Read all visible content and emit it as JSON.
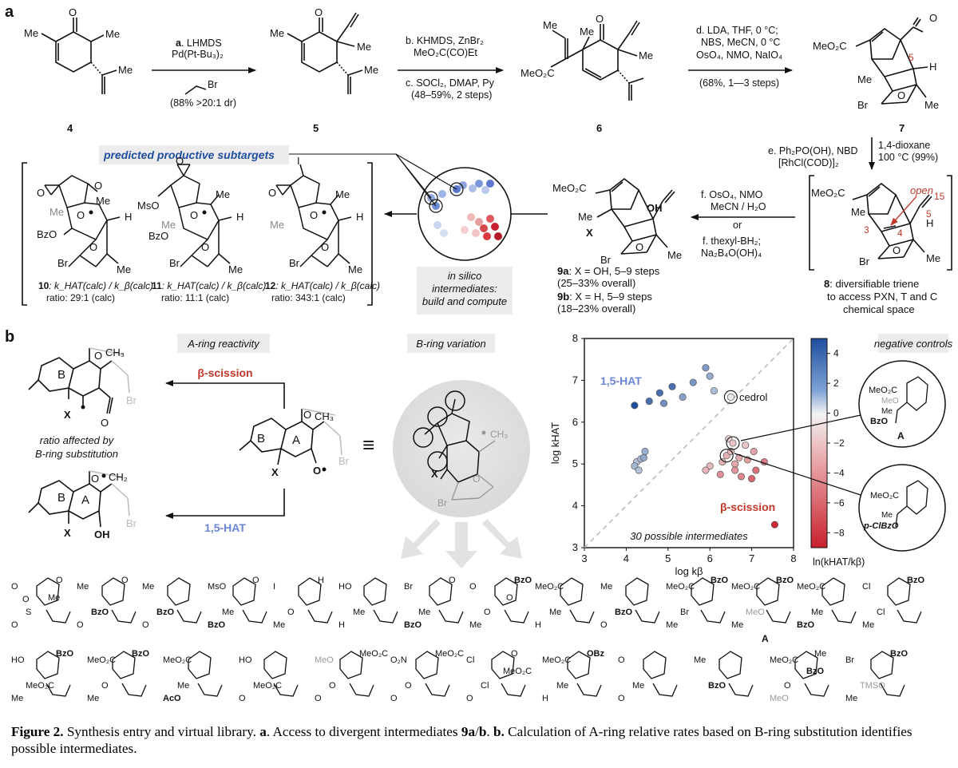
{
  "panel_labels": {
    "a": "a",
    "b": "b"
  },
  "compounds_a": {
    "c4": "4",
    "c5": "5",
    "c6": "6",
    "c7": "7",
    "sub_me": "Me",
    "sub_br": "Br",
    "sub_o": "O",
    "sub_h": "H",
    "sub_meo2c": "MeO₂C",
    "sub_x": "X",
    "sub_oh": "OH",
    "c7_num5": "5",
    "c8_open": "open",
    "c8_num15": "15",
    "c8_num5": "5",
    "c8_num3": "3",
    "c8_num4": "4"
  },
  "step_a": {
    "line1_bold": "a",
    "line1": ". LHMDS",
    "line2": "Pd(Pt-Bu₃)₂",
    "reagent_br": "Br",
    "line3": "(88% >20:1 dr)"
  },
  "step_bc": {
    "b": "b. KHMDS, ZnBr₂",
    "b2": "MeO₂C(CO)Et",
    "c": "c. SOCl₂, DMAP, Py",
    "c2": "(48–59%, 2 steps)"
  },
  "step_d": {
    "d1": "d. LDA, THF, 0 °C;",
    "d2": "NBS, MeCN, 0 °C",
    "d3": "OsO₄, NMO, NaIO₄",
    "d4": "(68%, 1—3 steps)"
  },
  "step_e": {
    "e1": "e. Ph₂PO(OH), NBD",
    "e1b": "1,4-dioxane",
    "e2": "[RhCl(COD)]₂",
    "e2b": "100 °C (99%)"
  },
  "step_f": {
    "f1": "f. OsO₄, NMO",
    "f2": "MeCN / H₂O",
    "or": "or",
    "f3": "f. thexyl-BH₂;",
    "f4": "Na₂B₄O(OH)₄"
  },
  "predicted_label": "predicted productive subtargets",
  "subtargets": [
    {
      "num": "10",
      "kinetic": ": k_HAT(calc) / k_β(calc)",
      "ratio": "ratio: 29:1 (calc)"
    },
    {
      "num": "11",
      "kinetic": ": k_HAT(calc) / k_β(calc)",
      "ratio": "ratio: 11:1 (calc)"
    },
    {
      "num": "12",
      "kinetic": ": k_HAT(calc) / k_β(calc)",
      "ratio": "ratio: 343:1 (calc)"
    }
  ],
  "subtarget_atoms": {
    "bzo": "BzO",
    "mso": "MsO",
    "me": "Me",
    "br": "Br",
    "h": "H",
    "o": "O",
    "i": "I"
  },
  "in_silico": [
    "in silico",
    "intermediates:",
    "build and compute"
  ],
  "c9": {
    "a_num": "9a",
    "a_text": ": X = OH, 5–9 steps",
    "a_yield": "(25–33% overall)",
    "b_num": "9b",
    "b_text": ": X = H, 5–9 steps",
    "b_yield": "(18–23% overall)"
  },
  "c8": {
    "num": "8",
    "text": ": diversifiable triene",
    "line2": "to access PXN, T and C",
    "line3": "chemical space"
  },
  "panel_b": {
    "a_ring": "A-ring reactivity",
    "b_ring": "B-ring variation",
    "beta": "β-scission",
    "hat": "1,5-HAT",
    "ratio_note": [
      "ratio affected by",
      "B-ring substitution"
    ],
    "atoms": {
      "b": "B",
      "a": "A",
      "x": "X",
      "o": "O",
      "ch3": "CH₃",
      "ch2": "CH₂",
      "br": "Br",
      "oh": "OH"
    },
    "equiv": "≡"
  },
  "negative_controls": {
    "label": "negative controls",
    "A_label": "A",
    "A_meo2c": "MeO₂C",
    "A_meo": "MeO",
    "A_me": "Me",
    "A_bzo": "BzO",
    "B_meo2c": "MeO₂C",
    "B_me": "Me",
    "B_pclbzo": "p-ClBzO"
  },
  "chart_data": {
    "type": "scatter",
    "xlabel": "log kβ",
    "ylabel": "log kHAT",
    "xlim": [
      3,
      8
    ],
    "ylim": [
      3,
      8
    ],
    "xticks": [
      "3",
      "4",
      "5",
      "6",
      "7",
      "8"
    ],
    "yticks": [
      "3",
      "4",
      "5",
      "6",
      "7",
      "8"
    ],
    "diagonal": true,
    "annotations": [
      "1,5-HAT",
      "β-scission",
      "cedrol",
      "30 possible intermediates"
    ],
    "colorbar": {
      "label": "ln(kHAT/kβ)",
      "range": [
        -9,
        5
      ],
      "ticks": [
        "4",
        "2",
        "0",
        "−2",
        "−4",
        "−6",
        "−8"
      ],
      "low_color": "#c8202d",
      "high_color": "#1f4e9e"
    },
    "points": [
      {
        "x": 4.2,
        "y": 6.4,
        "c": 5.0
      },
      {
        "x": 4.25,
        "y": 5.05,
        "c": 1.5
      },
      {
        "x": 4.35,
        "y": 5.12,
        "c": 1.8
      },
      {
        "x": 4.45,
        "y": 5.3,
        "c": 2.0
      },
      {
        "x": 4.42,
        "y": 5.15,
        "c": 2.3
      },
      {
        "x": 4.2,
        "y": 4.95,
        "c": 1.8
      },
      {
        "x": 4.3,
        "y": 4.85,
        "c": 1.5
      },
      {
        "x": 4.55,
        "y": 6.5,
        "c": 4.0
      },
      {
        "x": 4.9,
        "y": 6.45,
        "c": 3.0
      },
      {
        "x": 4.8,
        "y": 6.7,
        "c": 4.0
      },
      {
        "x": 5.1,
        "y": 6.85,
        "c": 4.0
      },
      {
        "x": 5.35,
        "y": 6.6,
        "c": 2.5
      },
      {
        "x": 5.6,
        "y": 6.95,
        "c": 2.8
      },
      {
        "x": 5.9,
        "y": 7.3,
        "c": 2.6
      },
      {
        "x": 6.0,
        "y": 7.1,
        "c": 2.2
      },
      {
        "x": 6.1,
        "y": 6.75,
        "c": 1.6
      },
      {
        "x": 6.5,
        "y": 6.6,
        "c": 0.2
      },
      {
        "x": 6.45,
        "y": 5.6,
        "c": -1.5
      },
      {
        "x": 6.55,
        "y": 5.5,
        "c": -2.0
      },
      {
        "x": 6.4,
        "y": 5.2,
        "c": -2.8
      },
      {
        "x": 6.5,
        "y": 5.3,
        "c": -2.5
      },
      {
        "x": 6.7,
        "y": 5.15,
        "c": -3.0
      },
      {
        "x": 6.9,
        "y": 5.1,
        "c": -3.5
      },
      {
        "x": 6.3,
        "y": 5.05,
        "c": -2.6
      },
      {
        "x": 6.6,
        "y": 5.0,
        "c": -3.2
      },
      {
        "x": 6.0,
        "y": 4.95,
        "c": -2.4
      },
      {
        "x": 6.85,
        "y": 5.45,
        "c": -1.9
      },
      {
        "x": 7.05,
        "y": 5.3,
        "c": -3.4
      },
      {
        "x": 7.3,
        "y": 5.05,
        "c": -5.0
      },
      {
        "x": 7.1,
        "y": 4.85,
        "c": -5.5
      },
      {
        "x": 6.25,
        "y": 4.75,
        "c": -4.2
      },
      {
        "x": 6.75,
        "y": 4.7,
        "c": -4.6
      },
      {
        "x": 7.0,
        "y": 4.65,
        "c": -6.0
      },
      {
        "x": 6.6,
        "y": 4.85,
        "c": -4.0
      },
      {
        "x": 5.9,
        "y": 4.85,
        "c": -2.6
      },
      {
        "x": 7.55,
        "y": 3.55,
        "c": -8.5
      }
    ]
  },
  "library": {
    "row1": [
      {
        "labels": [
          "O",
          "S",
          "O",
          "O",
          "Me",
          "O"
        ]
      },
      {
        "labels": [
          "Me",
          "BzO",
          "O",
          "O"
        ]
      },
      {
        "labels": [
          "Me",
          "BzO",
          "O"
        ]
      },
      {
        "labels": [
          "MsO",
          "Me",
          "BzO",
          "O"
        ]
      },
      {
        "labels": [
          "I",
          "O",
          "Me",
          "H"
        ]
      },
      {
        "labels": [
          "HO",
          "Me",
          "H"
        ]
      },
      {
        "labels": [
          "Br",
          "Me",
          "BzO",
          "O"
        ]
      },
      {
        "labels": [
          "O",
          "O",
          "Me",
          "BzO",
          "O"
        ]
      },
      {
        "labels": [
          "MeO₂C",
          "Me",
          "H"
        ]
      },
      {
        "labels": [
          "Me",
          "BzO",
          "O"
        ]
      },
      {
        "labels": [
          "MeO₂C",
          "Br",
          "Me",
          "BzO"
        ]
      },
      {
        "labels": [
          "MeO₂C",
          "MeO",
          "Me",
          "BzO"
        ],
        "name": "A"
      },
      {
        "labels": [
          "MeO₂C",
          "Me",
          "BzO"
        ]
      },
      {
        "labels": [
          "Cl",
          "Cl",
          "Me",
          "BzO"
        ]
      }
    ],
    "row2": [
      {
        "labels": [
          "HO",
          "MeO₂C",
          "Me",
          "BzO"
        ]
      },
      {
        "labels": [
          "MeO₂C",
          "O",
          "Me",
          "BzO"
        ]
      },
      {
        "labels": [
          "MeO₂C",
          "Me",
          "AcO"
        ]
      },
      {
        "labels": [
          "HO",
          "MeO₂C",
          "O"
        ]
      },
      {
        "labels": [
          "MeO",
          "O",
          "O",
          "MeO₂C"
        ]
      },
      {
        "labels": [
          "O₂N",
          "O",
          "O",
          "MeO₂C"
        ]
      },
      {
        "labels": [
          "Cl",
          "Cl",
          "O",
          "O",
          "MeO₂C"
        ]
      },
      {
        "labels": [
          "MeO₂C",
          "Me",
          "H",
          "OBz"
        ]
      },
      {
        "labels": [
          "O",
          "Me",
          "O"
        ]
      },
      {
        "labels": [
          "Me",
          "BzO"
        ]
      },
      {
        "labels": [
          "MeO₂C",
          "O",
          "MeO",
          "Me",
          "BzO"
        ]
      },
      {
        "labels": [
          "Br",
          "TMSO",
          "Me",
          "BzO"
        ]
      }
    ]
  },
  "caption": {
    "fig": "Figure 2.",
    "t1": " Synthesis entry and virtual library. ",
    "a": "a",
    "t2": ". Access to divergent intermediates ",
    "c9": "9a",
    "slash": "/",
    "b9": "b",
    "t3": ". ",
    "b": "b.",
    "t4": " Calculation of A-ring relative rates based on B-ring substitution identifies possible intermediates."
  }
}
